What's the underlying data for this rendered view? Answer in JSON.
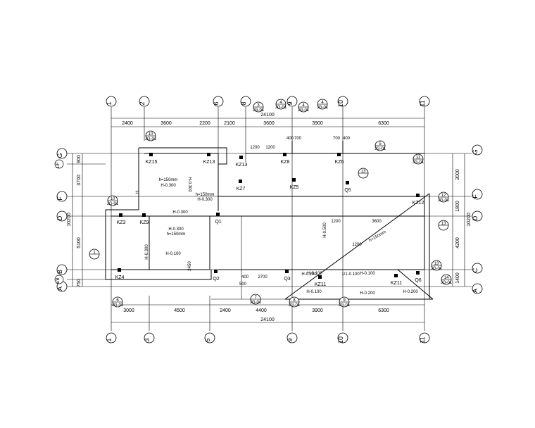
{
  "axes_top": [
    "1",
    "2",
    "6",
    "8",
    "9",
    "10",
    "11"
  ],
  "axes_bottom": [
    "1",
    "3",
    "5",
    "9",
    "10",
    "11"
  ],
  "axes_left": [
    "G",
    "F",
    "D",
    "B",
    "A"
  ],
  "axes_left_sub": [
    "1/F",
    "1/B"
  ],
  "axes_right": [
    "G",
    "F",
    "D",
    "C",
    "A"
  ],
  "dims_top": [
    "2400",
    "3600",
    "2200",
    "2100",
    "3600",
    "3900",
    "6300"
  ],
  "dims_top_total": "24100",
  "dims_top_total_upper": "24100",
  "dims_bottom": [
    "3000",
    "4500",
    "2400",
    "4400",
    "3900",
    "6300"
  ],
  "dims_bottom_total": "24100",
  "dims_left": [
    "900",
    "3700",
    "5100",
    "750"
  ],
  "dims_left_total": "10200",
  "dims_right": [
    "3000",
    "1800",
    "4200",
    "1400"
  ],
  "dims_right_total": "10200",
  "inner_dims": [
    "1200",
    "1200",
    "400",
    "700",
    "700",
    "400",
    "1200",
    "3600",
    "1200",
    "400",
    "500",
    "2700",
    "2450"
  ],
  "columns": [
    "KZ15",
    "KZ13",
    "KZ13",
    "KZ8",
    "KZ6",
    "KZ7",
    "KZ5",
    "Q5",
    "KZ12",
    "KZ3",
    "KZ9",
    "Q1",
    "KZ4",
    "Q2",
    "Q3",
    "KZ11",
    "KZ11",
    "Q6"
  ],
  "notes": [
    "h=150mm",
    "H-0.300",
    "H-0.300",
    "h=150mm",
    "H-0.300",
    "H-0.300",
    "H-0.300",
    "h=150mm",
    "H-0.300",
    "H-0.100",
    "H-0.100",
    "H-0.100",
    "H-0.100",
    "H-0.200",
    "H-0.200",
    "H-0.200",
    "1/1-0.100",
    "H-0.500",
    "h=150mm",
    "H"
  ],
  "detail_refs": [
    {
      "num": "3",
      "sheet": "JG-01"
    },
    {
      "num": "4",
      "sheet": "JG-01"
    },
    {
      "num": "4",
      "sheet": "JG-01"
    },
    {
      "num": "4",
      "sheet": "JG-01"
    },
    {
      "num": "5",
      "sheet": "JG-01"
    },
    {
      "num": "11",
      "sheet": "JG-01"
    },
    {
      "num": "12",
      "sheet": "JG-01"
    },
    {
      "num": "13",
      "sheet": ""
    },
    {
      "num": "13",
      "sheet": ""
    },
    {
      "num": "13",
      "sheet": "JG-01"
    },
    {
      "num": "14",
      "sheet": "JG-01"
    },
    {
      "num": "10",
      "sheet": "JG-01"
    },
    {
      "num": "10",
      "sheet": "JG-01"
    },
    {
      "num": "1",
      "sheet": ""
    },
    {
      "num": "6",
      "sheet": "JG-01"
    },
    {
      "num": "7",
      "sheet": "JG-01"
    },
    {
      "num": "8",
      "sheet": "JG-01"
    },
    {
      "num": "9",
      "sheet": "JG-01"
    }
  ]
}
